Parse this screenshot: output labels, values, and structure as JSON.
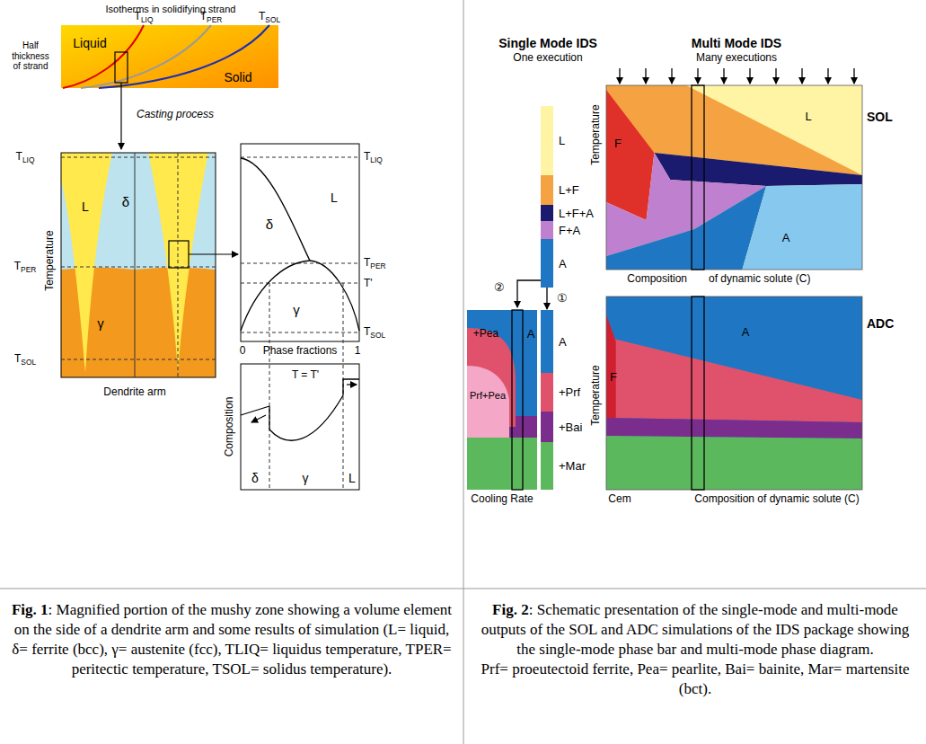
{
  "diagram": {
    "nodes": [
      {
        "text": [
          "L"
        ]
      },
      {
        "text": [
          "L+F"
        ]
      },
      {
        "text": [
          "L+F+A"
        ]
      },
      {
        "text": [
          "F+A"
        ]
      },
      {
        "text": [
          "A"
        ]
      },
      {
        "text": [
          "A"
        ]
      },
      {
        "text": [
          "+Prf"
        ]
      },
      {
        "text": [
          "+Bai"
        ]
      },
      {
        "text": [
          "+Mar"
        ]
      }
    ],
    "edges": [
      {
        "from": 4,
        "to": 5,
        "arrow": "to",
        "label": "①"
      }
    ],
    "labels": [
      "Isotherms in solidifying strand",
      "TLIQ",
      "TPER",
      "TSOL",
      "Liquid",
      "Solid",
      "Half thickness of strand",
      "Casting process",
      "TLIQ",
      "TPER",
      "TSOL",
      "Temperature",
      "L",
      "δ",
      "γ",
      "Dendrite arm",
      "TLIQ",
      "L",
      "δ",
      "TPER",
      "T'",
      "γ",
      "TSOL",
      "0",
      "Phase fractions",
      "1",
      "Composition",
      "T = T'",
      "δ",
      "γ",
      "L",
      "Single Mode IDS",
      "One execution",
      "Multi Mode IDS",
      "Many executions",
      "SOL",
      "Temperature",
      "F",
      "L",
      "A",
      "Composition",
      "of dynamic solute (C)",
      "ADC",
      "Temperature",
      "A",
      "F",
      "Cem",
      "Composition of dynamic solute (C)",
      "②",
      "+Pea",
      "Prf+Pea",
      "A",
      "Cooling Rate",
      "Fig. 1",
      ": Magnified portion of the mushy zone showing a volume element on the side of a dendrite arm and some results of simulation (L= liquid, δ= ferrite (bcc), γ= austenite (fcc), TLIQ= liquidus temperature, TPER= peritectic temperature, TSOL= solidus temperature).",
      "Fig. 2",
      ": Schematic presentation of the single-mode and multi-mode outputs of the SOL and ADC simulations of the IDS package showing the single-mode phase bar and multi-mode phase diagram.",
      "Prf= proeutectoid ferrite, Pea= pearlite, Bai= bainite, Mar= martensite (bct)."
    ]
  }
}
